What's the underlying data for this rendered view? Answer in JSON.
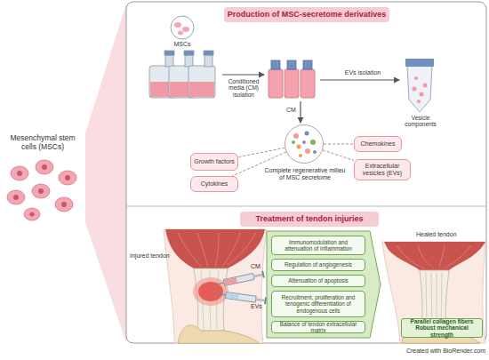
{
  "diagram": {
    "nodes": [
      {
        "text": [
          "Mesenchymal stem cells (MSCs)"
        ]
      },
      {
        "text": [
          "Production of MSC-secretome derivatives"
        ]
      },
      {
        "text": [
          "Growth factors"
        ]
      },
      {
        "text": [
          "Cytokines"
        ]
      },
      {
        "text": [
          "Complete regenerative milieu of MSC secretome"
        ]
      },
      {
        "text": [
          "Chemokines"
        ]
      },
      {
        "text": [
          "Extracellular vesicles (EVs)"
        ]
      },
      {
        "text": [
          "Treatment of tendon injuries"
        ]
      },
      {
        "text": [
          "Immunomodulation and attenuation of inflammation"
        ]
      },
      {
        "text": [
          "Regulation of angiogenesis"
        ]
      },
      {
        "text": [
          "Attenuation of apoptosis"
        ]
      },
      {
        "text": [
          "Recruitment, proliferation and tenogenic differentiation of endogenous cells"
        ]
      },
      {
        "text": [
          "Balance of tendon extracellular matrix"
        ]
      },
      {
        "text": [
          "Parallel collagen fibers Robust mechanical strength"
        ]
      }
    ],
    "edges": [
      {
        "from": 4,
        "to": 2,
        "arrow": "none"
      },
      {
        "from": 4,
        "to": 3,
        "arrow": "none"
      },
      {
        "from": 4,
        "to": 5,
        "arrow": "none"
      },
      {
        "from": 4,
        "to": 6,
        "arrow": "none"
      }
    ],
    "labels": [
      "MSCs",
      "Conditioned media (CM) isolation",
      "EVs isolation",
      "Vesicle components",
      "CM",
      "Injured tendon",
      "CM",
      "EVs",
      "Healed tendon",
      "Created with BioRender.com"
    ]
  }
}
